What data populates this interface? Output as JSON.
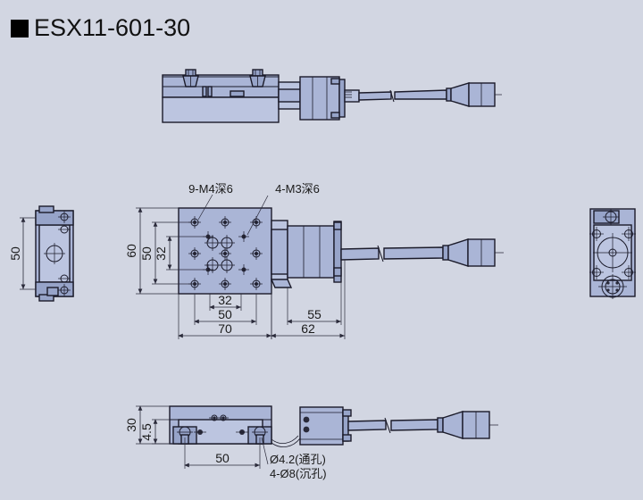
{
  "page": {
    "background_color": "#d2d6e2",
    "body_fill_color": "#aab5d6",
    "body_fill_light": "#bcc5e0",
    "line_color": "#1b1b2a"
  },
  "header": {
    "bullet": "square-bullet",
    "title": "ESX11-601-30"
  },
  "views": {
    "top": {
      "name": "top-view"
    },
    "front_left": {
      "name": "left-side-view"
    },
    "front_main": {
      "name": "front-view"
    },
    "front_right": {
      "name": "right-side-view"
    },
    "bottom": {
      "name": "bottom-view"
    }
  },
  "annotations": {
    "hole_callout_m4": "9-M4深6",
    "hole_callout_m3": "4-M3深6",
    "hole_callout_through": "Ø4.2(通孔)",
    "hole_callout_counterbore": "4-Ø8(沉孔)"
  },
  "dimensions": {
    "left_view_height": "50",
    "front_height_outer": "60",
    "front_height_mid": "50",
    "front_height_inner": "32",
    "front_width_inner": "32",
    "front_width_mid": "50",
    "front_width_outer": "70",
    "motor_width_inner": "55",
    "motor_width_outer": "62",
    "bottom_height_outer": "30",
    "bottom_height_inner": "4.5",
    "bottom_width": "50"
  }
}
